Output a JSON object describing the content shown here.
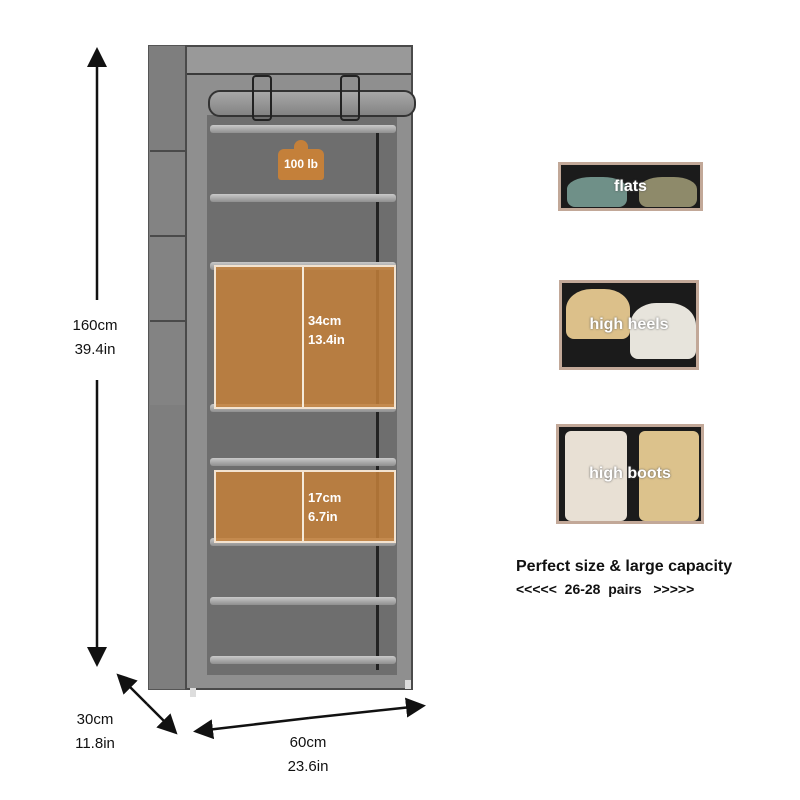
{
  "product": {
    "weight_capacity": "100 lb",
    "compartment_large": {
      "cm": "34cm",
      "in": "13.4in"
    },
    "compartment_small": {
      "cm": "17cm",
      "in": "6.7in"
    }
  },
  "dimensions": {
    "height": {
      "cm": "160cm",
      "in": "39.4in"
    },
    "depth": {
      "cm": "30cm",
      "in": "11.8in"
    },
    "width": {
      "cm": "60cm",
      "in": "23.6in"
    }
  },
  "shoe_types": [
    {
      "label": "flats"
    },
    {
      "label": "high heels"
    },
    {
      "label": "high boots"
    }
  ],
  "capacity": {
    "headline": "Perfect size & large capacity",
    "pairs": "<<<<<  26-28  pairs   >>>>>"
  },
  "colors": {
    "cabinet": "#8a8a8a",
    "accent": "#c4803a",
    "frame": "#c2a898"
  }
}
